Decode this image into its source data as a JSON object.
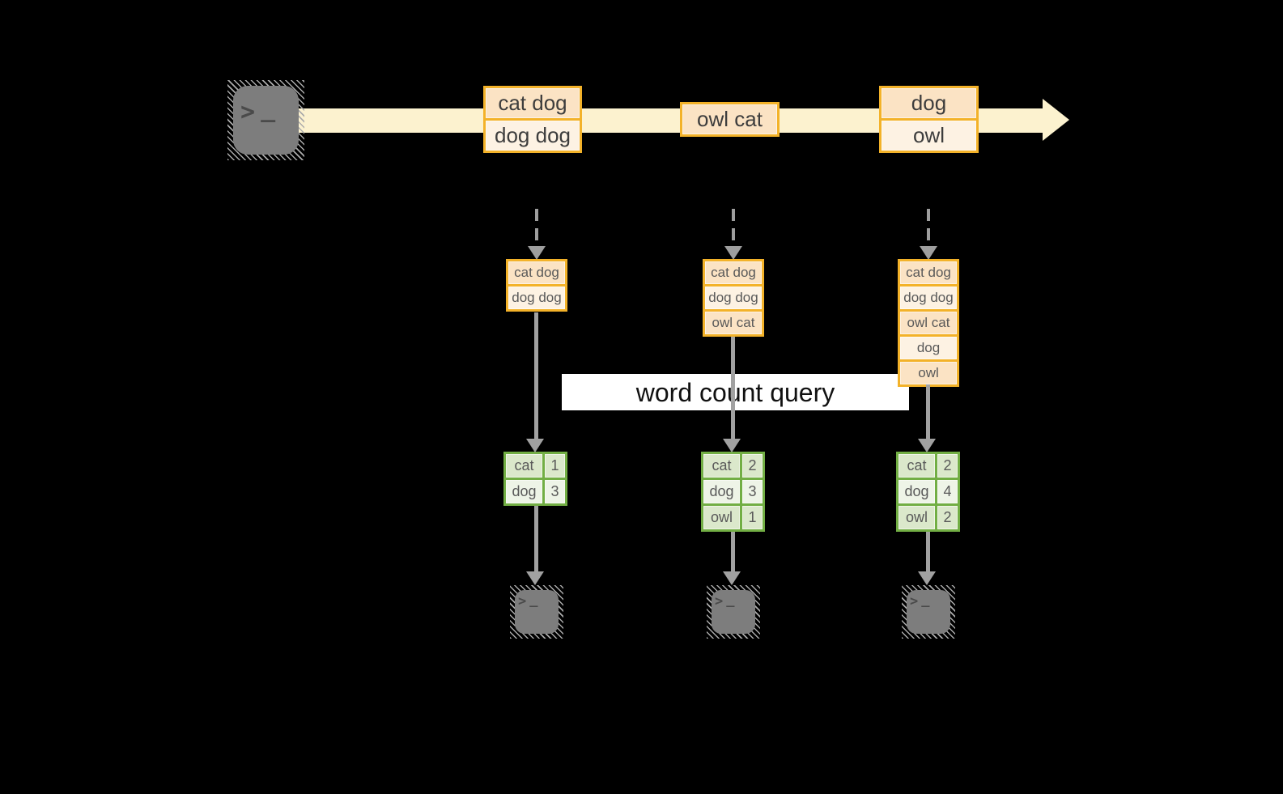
{
  "query": {
    "label": "word count query"
  },
  "terminal": {
    "prompt": ">",
    "cursor": "_"
  },
  "stream": {
    "batches": [
      [
        "cat dog",
        "dog dog"
      ],
      [
        "owl cat"
      ],
      [
        "dog",
        "owl"
      ]
    ]
  },
  "columns": [
    {
      "micro_batch": [
        "cat dog",
        "dog dog"
      ],
      "counts": [
        {
          "word": "cat",
          "count": "1"
        },
        {
          "word": "dog",
          "count": "3"
        }
      ]
    },
    {
      "micro_batch": [
        "cat dog",
        "dog dog",
        "owl cat"
      ],
      "counts": [
        {
          "word": "cat",
          "count": "2"
        },
        {
          "word": "dog",
          "count": "3"
        },
        {
          "word": "owl",
          "count": "1"
        }
      ]
    },
    {
      "micro_batch": [
        "cat dog",
        "dog dog",
        "owl cat",
        "dog",
        "owl"
      ],
      "counts": [
        {
          "word": "cat",
          "count": "2"
        },
        {
          "word": "dog",
          "count": "4"
        },
        {
          "word": "owl",
          "count": "2"
        }
      ]
    }
  ],
  "colors": {
    "background": "#000000",
    "stream_band": "#fcf2cf",
    "orange_border": "#f3b229",
    "cell_peach": "#fbe3c4",
    "cell_cream": "#fdf2e3",
    "green_border": "#72ae44",
    "green_row_dark": "#dbe8cb",
    "green_row_light": "#eef4e7",
    "arrow_gray": "#a1a1a1",
    "terminal_gray": "#7d7d7d",
    "query_bg": "#ffffff",
    "text_dark": "#3d3d3d",
    "text_cell": "#595959"
  }
}
